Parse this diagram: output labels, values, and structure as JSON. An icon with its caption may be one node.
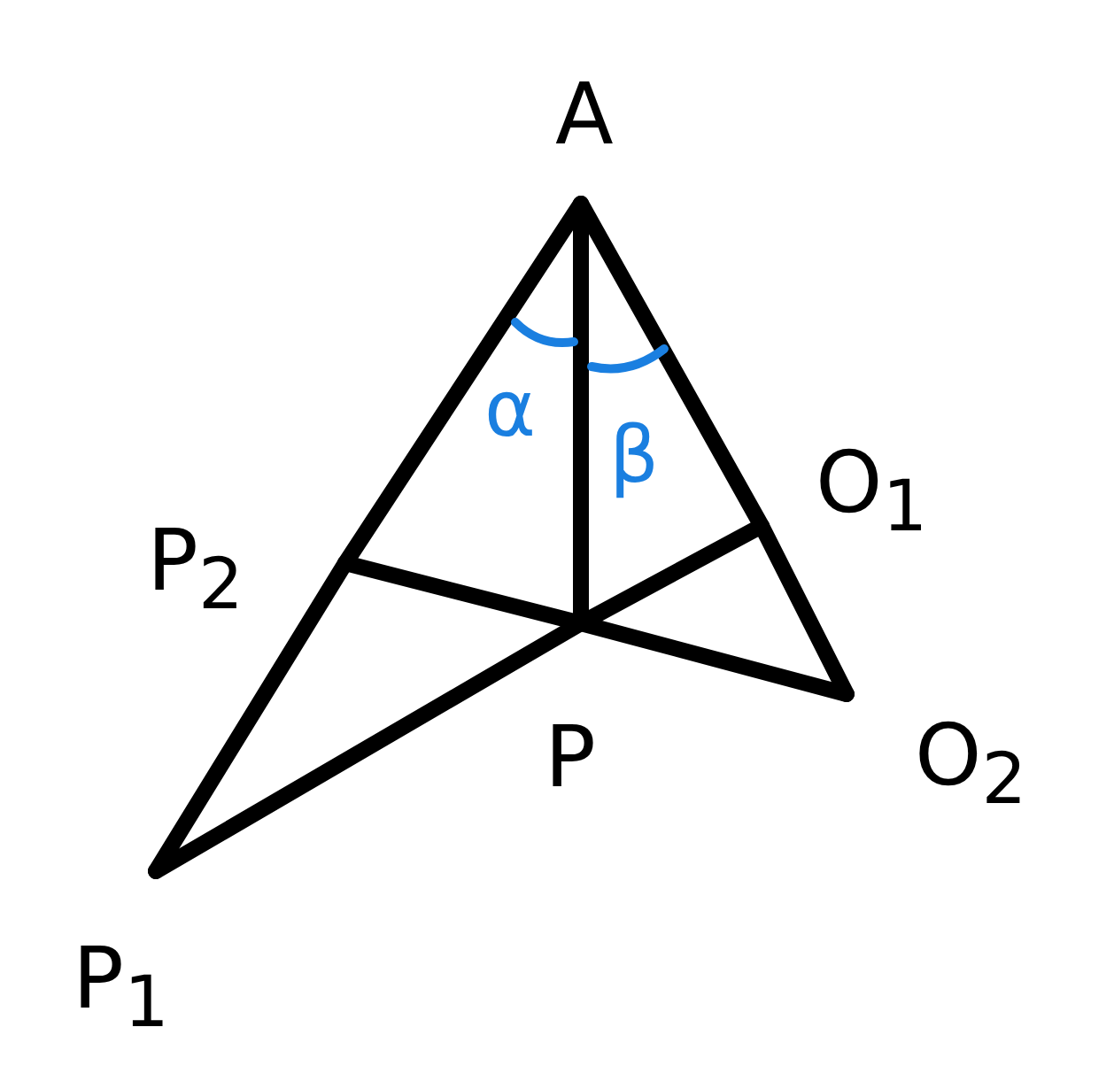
{
  "diagram": {
    "nodes": [
      {
        "text": [
          "A"
        ]
      },
      {
        "text": [
          "P$_{2}$"
        ]
      },
      {
        "text": [
          "O$_{1}$"
        ]
      },
      {
        "text": [
          "P"
        ]
      },
      {
        "text": [
          "O$_{2}$"
        ]
      },
      {
        "text": [
          "P$_{1}$"
        ]
      }
    ],
    "edges": [
      {
        "from": 0,
        "to": 1,
        "arrow": "none"
      },
      {
        "from": 1,
        "to": 5,
        "arrow": "none"
      },
      {
        "from": 0,
        "to": 2,
        "arrow": "none"
      },
      {
        "from": 2,
        "to": 4,
        "arrow": "none"
      },
      {
        "from": 0,
        "to": 3,
        "arrow": "none"
      },
      {
        "from": 1,
        "to": 3,
        "arrow": "none"
      },
      {
        "from": 3,
        "to": 2,
        "arrow": "none"
      },
      {
        "from": 5,
        "to": 3,
        "arrow": "none"
      },
      {
        "from": 3,
        "to": 4,
        "arrow": "none"
      }
    ],
    "labels": [
      "α",
      "β"
    ]
  }
}
